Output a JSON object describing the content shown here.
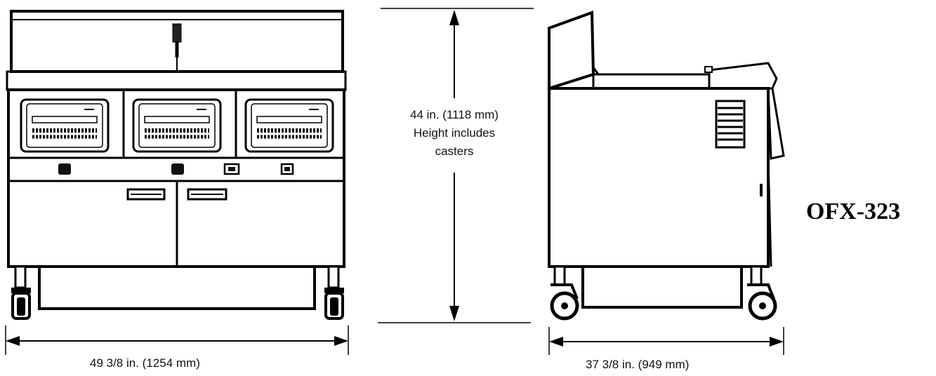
{
  "model": {
    "name": "OFX-323"
  },
  "dimensions": {
    "width": "49 3/8 in. (1254 mm)",
    "height_line1": "44 in. (1118 mm)",
    "height_line2": "Height includes",
    "height_line3": "casters",
    "depth": "37 3/8 in. (949 mm)"
  },
  "colors": {
    "line": "#000000",
    "background": "#ffffff"
  }
}
